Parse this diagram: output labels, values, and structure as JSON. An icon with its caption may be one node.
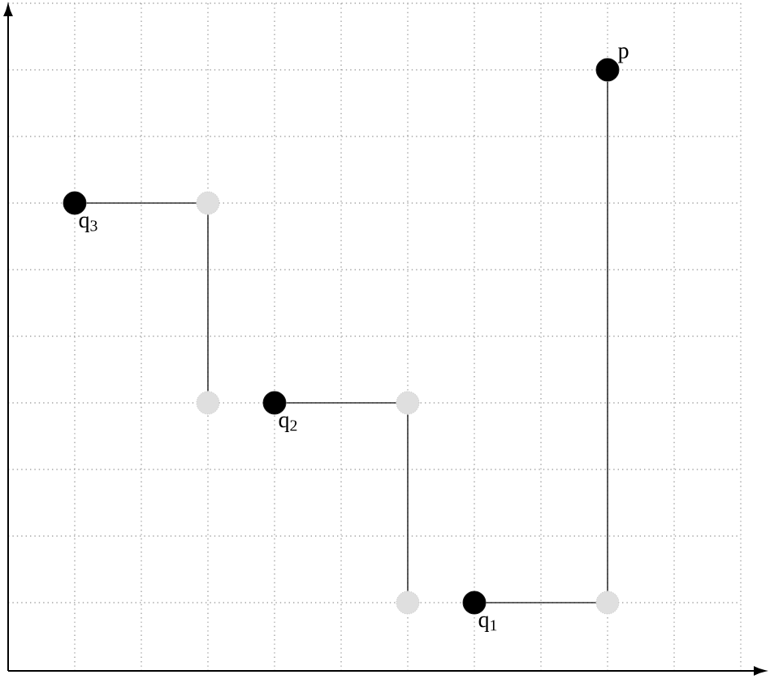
{
  "diagram": {
    "nodes": [
      {
        "text": [],
        "shape": "circle",
        "beside": [
          "p"
        ]
      },
      {
        "text": [],
        "shape": "circle",
        "beside": [
          "q$_{3}$"
        ]
      },
      {
        "text": [],
        "shape": "circle"
      },
      {
        "text": [],
        "shape": "circle"
      },
      {
        "text": [],
        "shape": "circle",
        "beside": [
          "q$_{2}$"
        ]
      },
      {
        "text": [],
        "shape": "circle"
      },
      {
        "text": [],
        "shape": "circle"
      },
      {
        "text": [],
        "shape": "circle",
        "beside": [
          "q$_{1}$"
        ]
      },
      {
        "text": [],
        "shape": "circle"
      }
    ],
    "edges": [
      {
        "from": 1,
        "to": 2,
        "arrow": "none"
      },
      {
        "from": 2,
        "to": 3,
        "arrow": "none"
      },
      {
        "from": 4,
        "to": 5,
        "arrow": "none"
      },
      {
        "from": 5,
        "to": 6,
        "arrow": "none"
      },
      {
        "from": 7,
        "to": 8,
        "arrow": "none"
      },
      {
        "from": 8,
        "to": 0,
        "arrow": "none"
      }
    ]
  }
}
